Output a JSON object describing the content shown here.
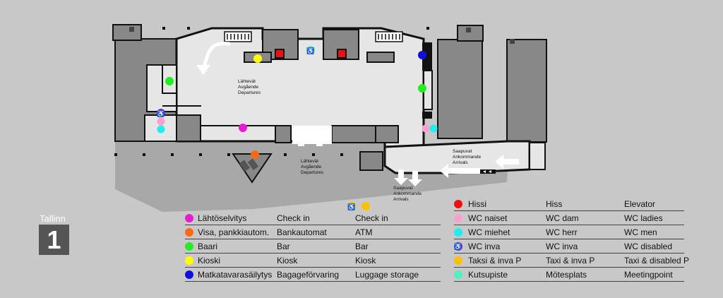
{
  "terminal": {
    "name": "Tallinn",
    "number": "1"
  },
  "map_labels": {
    "departures_upper": [
      "Lähtevät",
      "Avgående",
      "Departures"
    ],
    "departures_lower": [
      "Lähtevät",
      "Avgående",
      "Departures"
    ],
    "arrivals_right": [
      "Saapuvat",
      "Ankommande",
      "Arrivals"
    ],
    "arrivals_lower": [
      "Saapuvat",
      "Ankommande",
      "Arrivals"
    ]
  },
  "legend_left": [
    {
      "icon": "dot",
      "color": "#e81bd0",
      "fi": "Lähtöselvitys",
      "sv": "Check in",
      "en": "Check in"
    },
    {
      "icon": "dot",
      "color": "#ff6a10",
      "fi": "Visa, pankkiautom.",
      "sv": "Bankautomat",
      "en": "ATM"
    },
    {
      "icon": "dot",
      "color": "#22ee22",
      "fi": "Baari",
      "sv": "Bar",
      "en": "Bar"
    },
    {
      "icon": "dot",
      "color": "#ffff00",
      "fi": "Kioski",
      "sv": "Kiosk",
      "en": "Kiosk"
    },
    {
      "icon": "dot",
      "color": "#1010dd",
      "fi": "Matkatavarasäilytys",
      "sv": "Bagageförvaring",
      "en": "Luggage storage"
    }
  ],
  "legend_right": [
    {
      "icon": "dot",
      "color": "#ee1010",
      "fi": "Hissi",
      "sv": "Hiss",
      "en": "Elevator"
    },
    {
      "icon": "dot",
      "color": "#ff9fd0",
      "fi": "WC naiset",
      "sv": "WC dam",
      "en": "WC ladies"
    },
    {
      "icon": "dot",
      "color": "#20eeee",
      "fi": "WC miehet",
      "sv": "WC herr",
      "en": "WC men"
    },
    {
      "icon": "wheelchair",
      "color": "#9020b0",
      "fi": "WC inva",
      "sv": "WC inva",
      "en": "WC disabled"
    },
    {
      "icon": "dot",
      "color": "#ffc000",
      "fi": "Taksi & inva P",
      "sv": "Taxi & inva P",
      "en": "Taxi & disabled P"
    },
    {
      "icon": "dot",
      "color": "#50f0c0",
      "fi": "Kutsupiste",
      "sv": "Mötesplats",
      "en": "Meetingpoint"
    }
  ],
  "legend_icon_symbol": "♿",
  "colors": {
    "background": "#c8c8c8",
    "floor": "#e6e6e6",
    "wall": "#111111",
    "building": "#888888",
    "road": "#a8a8a8",
    "badge": "#555555"
  }
}
